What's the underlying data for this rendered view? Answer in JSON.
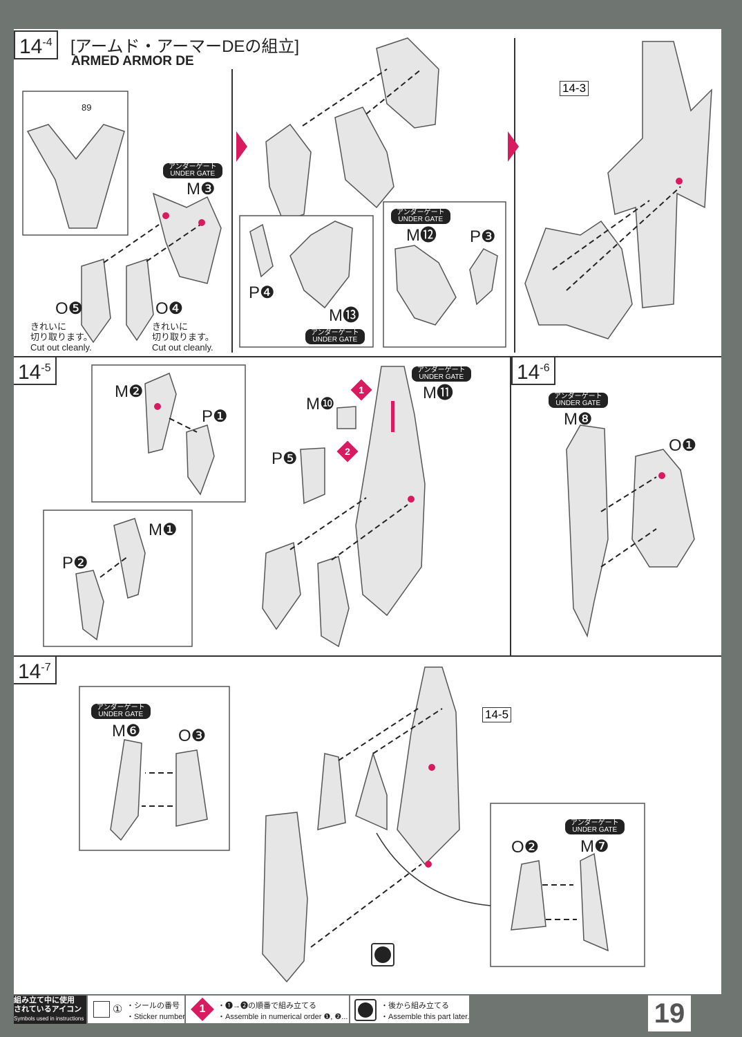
{
  "section": {
    "step": "14",
    "substep": "-4",
    "title_jp": "[アームド・アーマーDEの組立]",
    "title_en": "ARMED ARMOR DE"
  },
  "steps": {
    "s145": {
      "n": "14",
      "sub": "-5"
    },
    "s146": {
      "n": "14",
      "sub": "-6"
    },
    "s147": {
      "n": "14",
      "sub": "-7"
    },
    "ref143": "14-3",
    "ref145": "14-5"
  },
  "under_gate": {
    "jp": "アンダーゲート",
    "en": "UNDER GATE"
  },
  "sticker_ref": "89",
  "parts": {
    "M3": "M❸",
    "O5": "O❺",
    "O4": "O❹",
    "P4": "P❹",
    "M13": "M⓭",
    "M12": "M⓬",
    "P3": "P❸",
    "M2": "M❷",
    "P1": "P❶",
    "M10": "M❿",
    "M11": "M⓫",
    "P5": "P❺",
    "M1": "M❶",
    "P2": "P❷",
    "M8": "M❽",
    "O1": "O❶",
    "M6": "M❻",
    "O3": "O❸",
    "O2": "O❷",
    "M7": "M❼"
  },
  "cut_note": {
    "jp1": "きれいに",
    "jp2": "切り取ります。",
    "en": "Cut out cleanly."
  },
  "order_marks": [
    "1",
    "2"
  ],
  "legend": {
    "title_jp1": "組み立て中に使用",
    "title_jp2": "されているアイコン",
    "title_en": "Symbols used in instructions",
    "sticker_jp": "・シールの番号",
    "sticker_en": "・Sticker number",
    "sticker_num": "①",
    "order_icon": "1",
    "order_jp": "・❶→❷の順番で組み立てる",
    "order_en": "・Assemble in numerical order ❶, ❷...",
    "later_jp": "・後から組み立てる",
    "later_en": "・Assemble this part later."
  },
  "page_number": "19"
}
